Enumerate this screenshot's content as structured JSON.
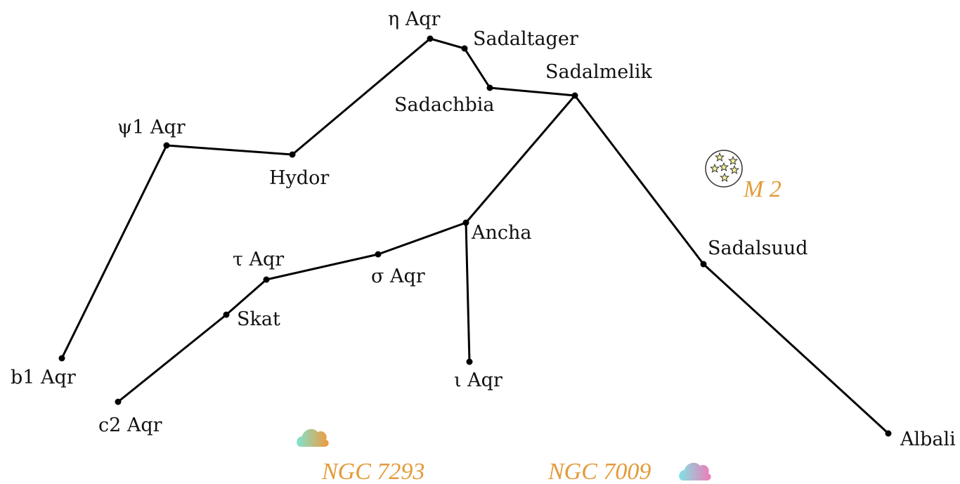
{
  "constellation": {
    "line_color": "#000000",
    "stars": [
      {
        "id": "eta",
        "label": "η Aqr"
      },
      {
        "id": "sadaltager",
        "label": "Sadaltager"
      },
      {
        "id": "sadachbia",
        "label": "Sadachbia"
      },
      {
        "id": "sadalmelik",
        "label": "Sadalmelik"
      },
      {
        "id": "psi1",
        "label": "ψ1 Aqr"
      },
      {
        "id": "hydor",
        "label": "Hydor"
      },
      {
        "id": "ancha",
        "label": "Ancha"
      },
      {
        "id": "tau",
        "label": "τ Aqr"
      },
      {
        "id": "sigma",
        "label": "σ Aqr"
      },
      {
        "id": "skat",
        "label": "Skat"
      },
      {
        "id": "b1",
        "label": "b1 Aqr"
      },
      {
        "id": "iota",
        "label": "ι Aqr"
      },
      {
        "id": "c2",
        "label": "c2 Aqr"
      },
      {
        "id": "sadalsuud",
        "label": "Sadalsuud"
      },
      {
        "id": "albali",
        "label": "Albali"
      }
    ],
    "links": [
      [
        "b1",
        "psi1"
      ],
      [
        "psi1",
        "hydor"
      ],
      [
        "hydor",
        "eta"
      ],
      [
        "eta",
        "sadaltager"
      ],
      [
        "sadaltager",
        "sadachbia"
      ],
      [
        "sadachbia",
        "sadalmelik"
      ],
      [
        "sadalmelik",
        "ancha"
      ],
      [
        "sadalmelik",
        "sadalsuud"
      ],
      [
        "sadalsuud",
        "albali"
      ],
      [
        "ancha",
        "sigma"
      ],
      [
        "sigma",
        "tau"
      ],
      [
        "tau",
        "skat"
      ],
      [
        "skat",
        "c2"
      ],
      [
        "ancha",
        "iota"
      ]
    ]
  },
  "deep_sky": [
    {
      "id": "m2",
      "label": "M 2",
      "icon": "globular-cluster-icon",
      "color": "#e39b3a"
    },
    {
      "id": "ngc7293",
      "label": "NGC 7293",
      "icon": "nebula-cloud-icon",
      "color": "#e39b3a"
    },
    {
      "id": "ngc7009",
      "label": "NGC 7009",
      "icon": "nebula-cloud-icon",
      "color": "#e39b3a"
    }
  ]
}
